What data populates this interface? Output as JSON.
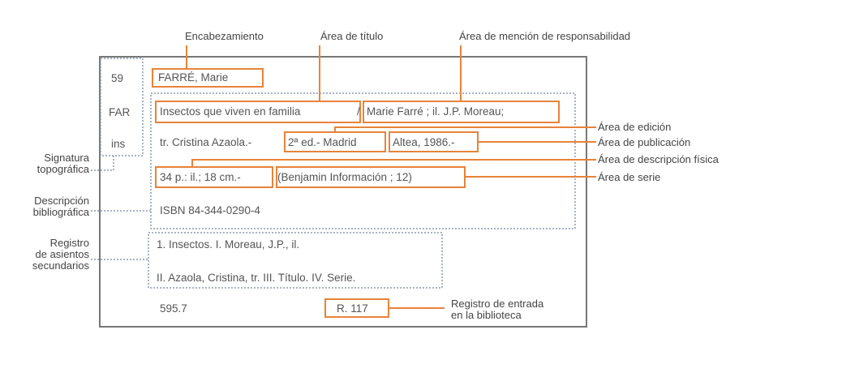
{
  "card": {
    "call_number": [
      "59",
      "FAR",
      "ins"
    ],
    "heading": "FARRÉ, Marie",
    "title": "Insectos que viven en familia",
    "slash": "/",
    "responsibility": "Marie Farré ; il. J.P. Moreau;",
    "translator": "tr. Cristina Azaola.-",
    "edition": "2ª ed.- Madrid",
    "publication": "Altea, 1986.-",
    "physical": "34 p.: il.; 18 cm.-",
    "series": "(Benjamin Información ; 12)",
    "isbn": "ISBN 84-344-0290-4",
    "tracings": [
      "1. Insectos. I. Moreau, J.P., il.",
      "II. Azaola, Cristina, tr. III. Título. IV. Serie."
    ],
    "classification": "595.7",
    "accession": "R. 117"
  },
  "labels": {
    "heading": "Encabezamiento",
    "title_area": "Área de título",
    "responsibility_area": "Área de mención de responsabilidad",
    "edition_area": "Área de edición",
    "publication_area": "Área de publicación",
    "physical_area": "Área de descripción física",
    "series_area": "Área de serie",
    "call_number": [
      "Signatura",
      "topográfica"
    ],
    "description": [
      "Descripción",
      "bibliográfica"
    ],
    "tracings": [
      "Registro",
      "de asientos",
      "secundarios"
    ],
    "accession": [
      "Registro de entrada",
      "en la biblioteca"
    ]
  },
  "colors": {
    "highlight": "#e8833a",
    "dotted": "#8a9ab0",
    "border": "#777777"
  }
}
